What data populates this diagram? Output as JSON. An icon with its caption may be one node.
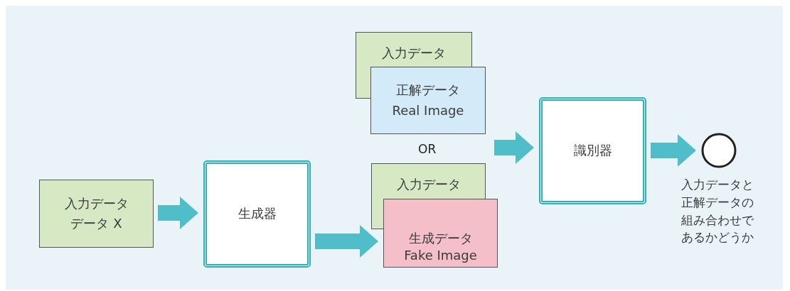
{
  "diagram": {
    "nodes": [
      {
        "text": [
          "入力データ",
          "データ X"
        ]
      },
      {
        "text": [
          "生成器"
        ]
      },
      {
        "text": [
          "入力データ"
        ]
      },
      {
        "text": [
          "正解データ",
          "Real Image"
        ]
      },
      {
        "text": [
          "入力データ"
        ]
      },
      {
        "text": [
          "生成データ",
          "Fake Image"
        ]
      },
      {
        "text": [
          "識別器"
        ]
      },
      {
        "text": [],
        "shape": "circle",
        "beside": [
          "入力データと正解データの組み合わせであるかどうか"
        ]
      }
    ],
    "edges": [
      {
        "from": 0,
        "to": 1,
        "arrow": "to"
      },
      {
        "from": 1,
        "to": 5,
        "arrow": "to"
      },
      {
        "from": null,
        "to": 6,
        "arrow": "to"
      },
      {
        "from": 6,
        "to": 7,
        "arrow": "to"
      }
    ],
    "labels": [
      "OR"
    ]
  }
}
